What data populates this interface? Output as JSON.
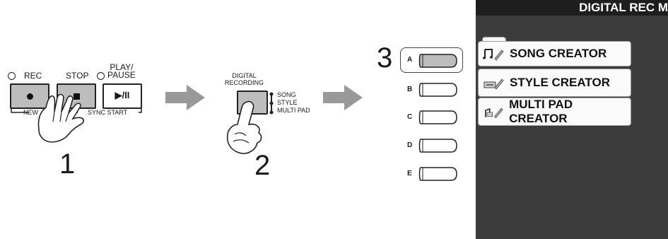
{
  "panel": {
    "rec_label": "REC",
    "stop_label": "STOP",
    "play_pause_label": "PLAY/\nPAUSE",
    "new_label": "NEW",
    "sync_start_label": "SYNC START",
    "step1": "1"
  },
  "digital": {
    "label": "DIGITAL\nRECORDING",
    "mode_song": "SONG",
    "mode_style": "STYLE",
    "mode_multipad": "MULTI PAD",
    "step2": "2"
  },
  "side_buttons": {
    "step3": "3",
    "labels": [
      "A",
      "B",
      "C",
      "D",
      "E"
    ]
  },
  "lcd": {
    "title": "DIGITAL REC M",
    "items": [
      {
        "label": "SONG CREATOR",
        "icon": "song-note-icon"
      },
      {
        "label": "STYLE CREATOR",
        "icon": "style-icon"
      },
      {
        "label": "MULTI PAD CREATOR",
        "icon": "multipad-icon"
      }
    ]
  },
  "colors": {
    "button_gray": "#bdbdbd",
    "arrow_gray": "#999999",
    "lcd_bg": "#3c3c3c",
    "lcd_title_bg": "#1e1e1e"
  }
}
